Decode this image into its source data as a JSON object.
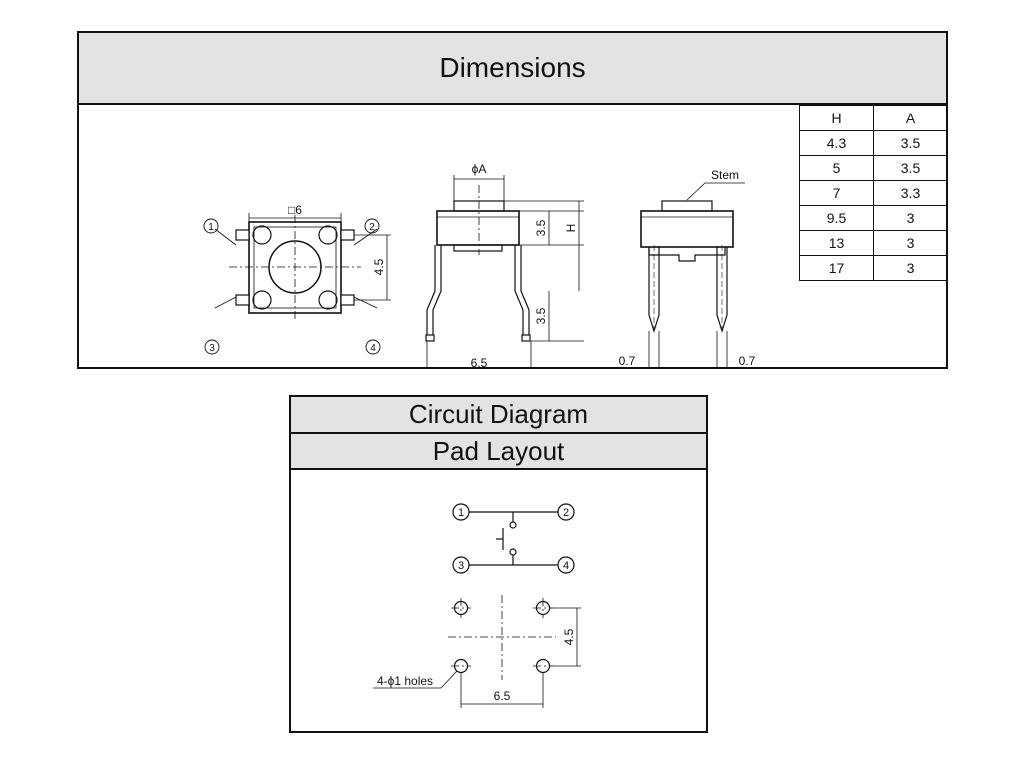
{
  "dimensions": {
    "title": "Dimensions",
    "table": {
      "headers": [
        "H",
        "A"
      ],
      "rows": [
        [
          "4.3",
          "3.5"
        ],
        [
          "5",
          "3.5"
        ],
        [
          "7",
          "3.3"
        ],
        [
          "9.5",
          "3"
        ],
        [
          "13",
          "3"
        ],
        [
          "17",
          "3"
        ]
      ]
    },
    "top_view": {
      "size_label": "□6",
      "height_label": "4.5",
      "pins": [
        "①",
        "②",
        "③",
        "④"
      ]
    },
    "front_view": {
      "diameter_label": "ϕA",
      "cap_label": "3.5",
      "h_label": "H",
      "leg_label": "3.5",
      "width_label": "6.5"
    },
    "side_view": {
      "stem_label": "Stem",
      "left_pin_label": "0.7",
      "right_pin_label": "0.7"
    }
  },
  "circuit": {
    "title": "Circuit Diagram",
    "pad_title": "Pad Layout",
    "pins": [
      "1",
      "2",
      "3",
      "4"
    ],
    "pad": {
      "holes_label": "4-ϕ1 holes",
      "height_label": "4.5",
      "width_label": "6.5"
    }
  }
}
